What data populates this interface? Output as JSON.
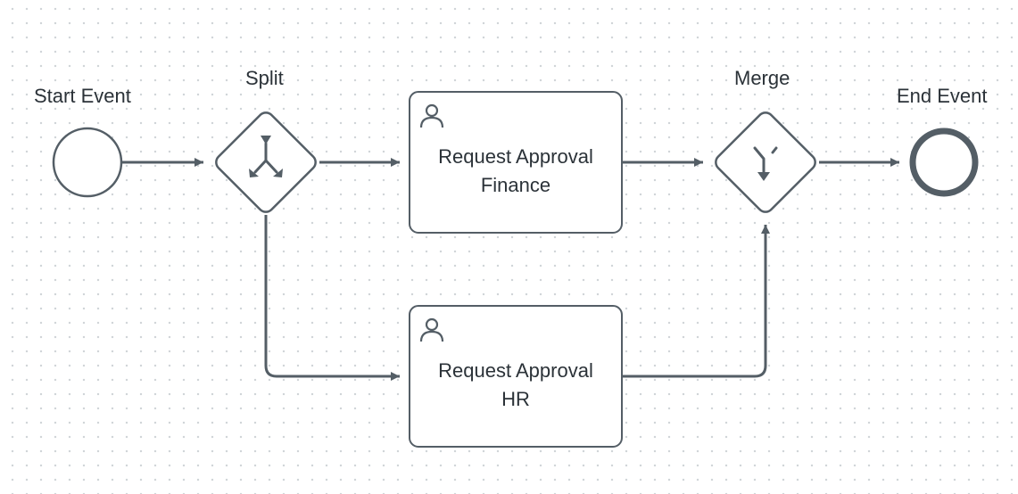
{
  "diagram": {
    "start_event": {
      "label": "Start Event"
    },
    "split_gateway": {
      "label": "Split"
    },
    "merge_gateway": {
      "label": "Merge"
    },
    "end_event": {
      "label": "End Event"
    },
    "task_finance": {
      "line1": "Request Approval",
      "line2": "Finance",
      "icon": "user-icon"
    },
    "task_hr": {
      "line1": "Request Approval",
      "line2": "HR",
      "icon": "user-icon"
    }
  },
  "colors": {
    "stroke": "#545e66",
    "text": "#2b3238",
    "grid_dot": "#cfd3d7",
    "background": "#ffffff"
  }
}
